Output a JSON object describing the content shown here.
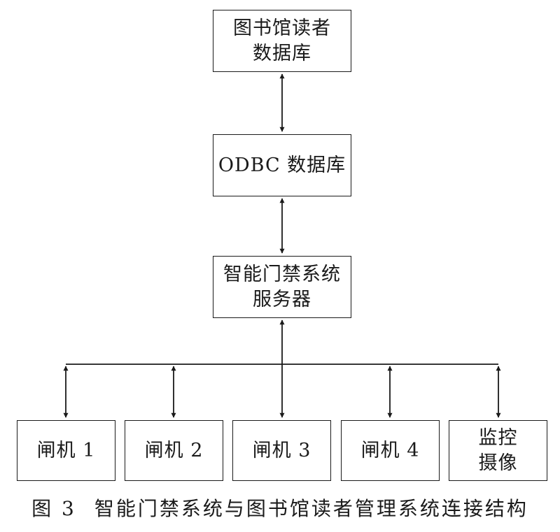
{
  "nodes": {
    "library_db": {
      "lines": [
        "图书馆读者",
        "数据库"
      ]
    },
    "odbc_db": {
      "lines": [
        "ODBC 数据库"
      ]
    },
    "server": {
      "lines": [
        "智能门禁系统",
        "服务器"
      ]
    },
    "gate1": {
      "lines": [
        "闸机 1"
      ]
    },
    "gate2": {
      "lines": [
        "闸机 2"
      ]
    },
    "gate3": {
      "lines": [
        "闸机 3"
      ]
    },
    "gate4": {
      "lines": [
        "闸机 4"
      ]
    },
    "camera": {
      "lines": [
        "监控",
        "摄像"
      ]
    }
  },
  "edges": [
    {
      "from": "library_db",
      "to": "odbc_db",
      "style": "bidirectional"
    },
    {
      "from": "odbc_db",
      "to": "server",
      "style": "bidirectional"
    },
    {
      "from": "server",
      "to": "gate1",
      "style": "bidirectional"
    },
    {
      "from": "server",
      "to": "gate2",
      "style": "bidirectional"
    },
    {
      "from": "server",
      "to": "gate3",
      "style": "bidirectional"
    },
    {
      "from": "server",
      "to": "gate4",
      "style": "bidirectional"
    },
    {
      "from": "server",
      "to": "camera",
      "style": "bidirectional"
    }
  ],
  "caption": {
    "number": "图 3",
    "text": "智能门禁系统与图书馆读者管理系统连接结构"
  },
  "colors": {
    "line": "#1a1a1a",
    "background": "#ffffff"
  }
}
